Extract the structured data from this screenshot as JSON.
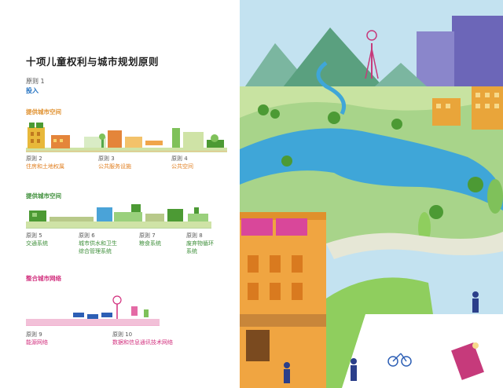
{
  "title": "十项儿童权利与城市规划原则",
  "principle1": {
    "label": "原则 1",
    "name": "投入"
  },
  "sections": [
    {
      "title": "提供城市空间",
      "principles": [
        {
          "label": "原则 2",
          "name": "住房和土地权属"
        },
        {
          "label": "原则 3",
          "name": "公共服务设施"
        },
        {
          "label": "原则 4",
          "name": "公共空间"
        }
      ]
    },
    {
      "title": "提供城市空间",
      "principles": [
        {
          "label": "原则 5",
          "name": "交通系统"
        },
        {
          "label": "原则 6",
          "name": "城市供水和卫生",
          "name2": "综合管理系统"
        },
        {
          "label": "原则 7",
          "name": "粮食系统"
        },
        {
          "label": "原则 8",
          "name": "废弃物循环",
          "name2": "系统"
        }
      ]
    },
    {
      "title": "整合城市网络",
      "principles": [
        {
          "label": "原则 9",
          "name": "能源网络"
        },
        {
          "label": "原则 10",
          "name": "数据和信息通讯技术网络"
        }
      ]
    }
  ],
  "colors": {
    "orange": "#e07e1f",
    "green": "#3e8f3a",
    "magenta": "#d2307e",
    "blue": "#1f6fc0"
  }
}
